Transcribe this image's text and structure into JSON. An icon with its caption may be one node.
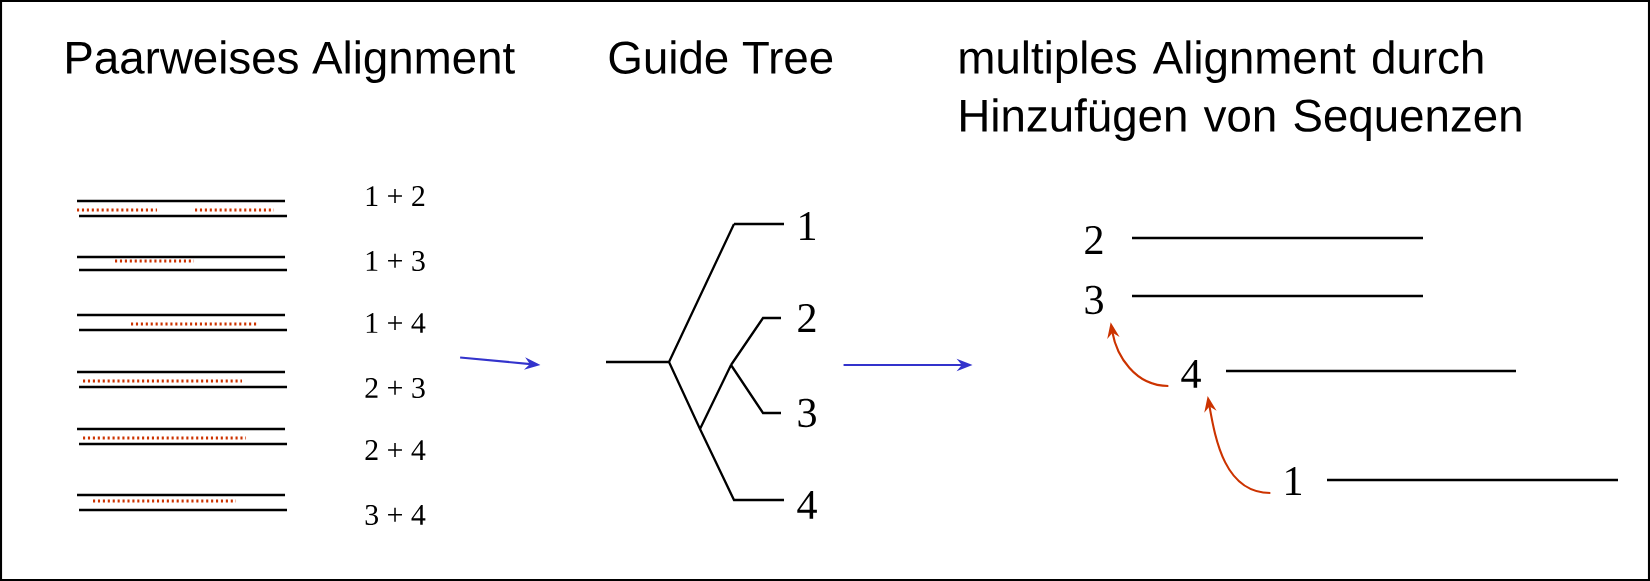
{
  "diagram": {
    "nodes": [
      {
        "text": [
          "1 + 2",
          "1 + 3",
          "1 + 4",
          "2 + 3",
          "2 + 4",
          "3 + 4"
        ]
      },
      {
        "text": [
          "1",
          "2",
          "3",
          "4"
        ]
      },
      {
        "text": [
          "2"
        ]
      },
      {
        "text": [
          "3"
        ]
      },
      {
        "text": [
          "4"
        ]
      },
      {
        "text": [
          "1"
        ]
      }
    ],
    "edges": [
      {
        "from": 0,
        "to": 1,
        "arrow": "to",
        "color": "#3333cc"
      },
      {
        "from": 1,
        "to": null,
        "arrow": "to",
        "color": "#3333cc"
      },
      {
        "from": 4,
        "to": 3,
        "arrow": "to",
        "color": "#cc3300"
      },
      {
        "from": 5,
        "to": 4,
        "arrow": "to",
        "color": "#cc3300"
      }
    ],
    "labels": [
      "Paarweises Alignment",
      "Guide Tree",
      "multiples Alignment durch Hinzufügen von Sequenzen"
    ]
  }
}
